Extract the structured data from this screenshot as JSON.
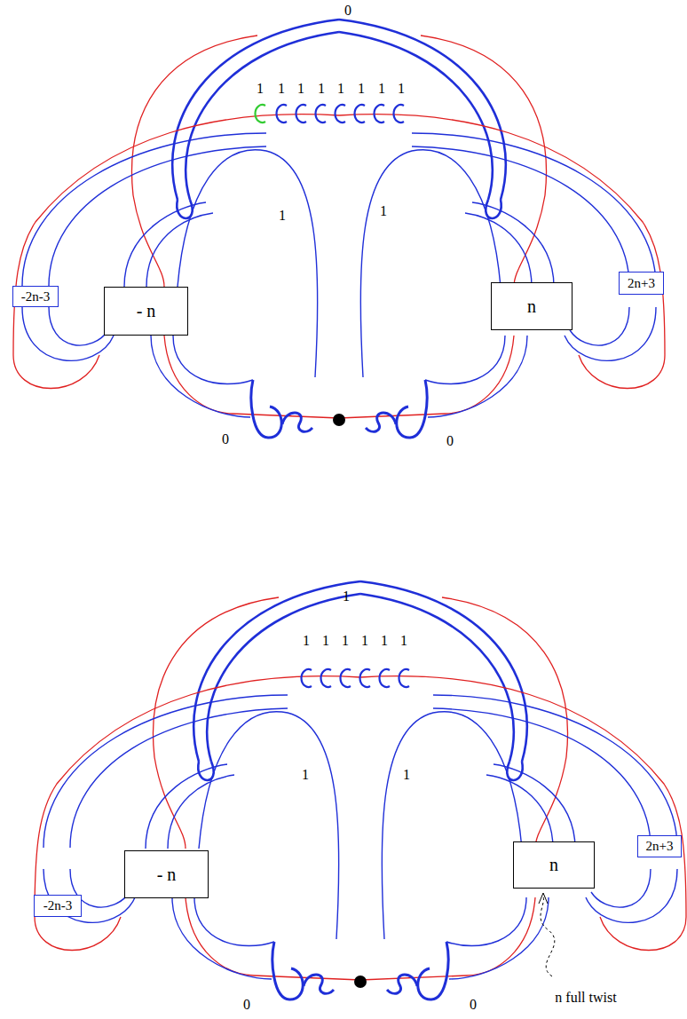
{
  "diagram": {
    "nodes": [
      {
        "text": [
          "-2n-3"
        ]
      },
      {
        "text": [
          "- n"
        ]
      },
      {
        "text": [
          "n"
        ]
      },
      {
        "text": [
          "2n+3"
        ]
      },
      {
        "text": [
          "-2n-3"
        ]
      },
      {
        "text": [
          "- n"
        ]
      },
      {
        "text": [
          "n"
        ]
      },
      {
        "text": [
          "2n+3"
        ]
      }
    ],
    "labels": [
      "0",
      "1",
      "1",
      "1",
      "1",
      "1",
      "1",
      "1",
      "1",
      "1",
      "1",
      "0",
      "0",
      "1",
      "1",
      "1",
      "1",
      "1",
      "1",
      "1",
      "1",
      "1",
      "0",
      "0",
      "n full twist"
    ]
  }
}
